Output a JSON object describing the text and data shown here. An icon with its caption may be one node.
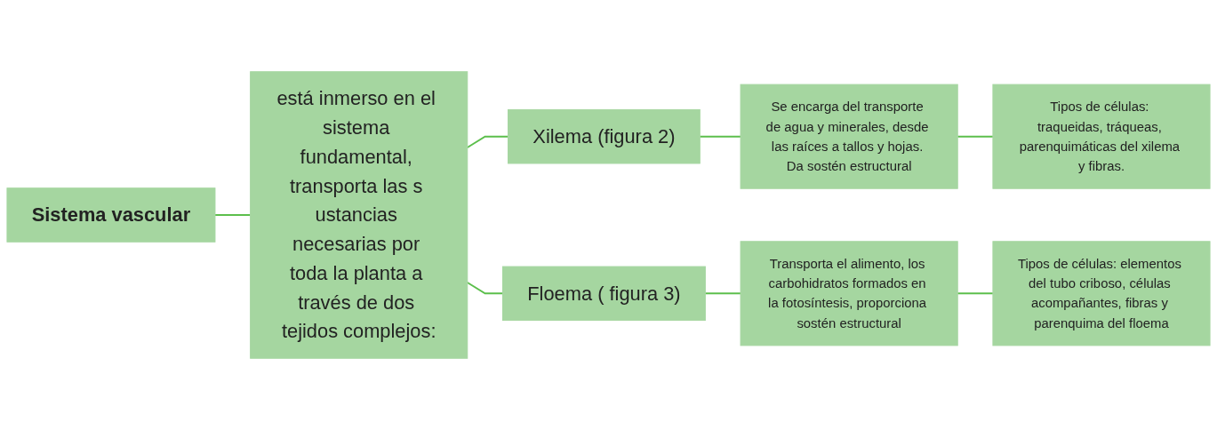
{
  "diagram": {
    "nodes": [
      {
        "text": [
          "Sistema vascular"
        ]
      },
      {
        "text": [
          "está inmerso en el sistema fundamental, transporta las s ustancias necesarias por toda la planta a través de dos tejidos complejos:"
        ]
      },
      {
        "text": [
          "Xilema (figura 2)"
        ]
      },
      {
        "text": [
          "Se encarga del transporte de agua y minerales, desde las raíces a tallos y hojas. Da sostén estructural"
        ]
      },
      {
        "text": [
          "Tipos de células: traqueidas, tráqueas, parenquimáticas del xilema y fibras."
        ]
      },
      {
        "text": [
          "Floema ( figura 3)"
        ]
      },
      {
        "text": [
          "Transporta el alimento, los carbohidratos formados en la fotosíntesis, proporciona sostén estructural"
        ]
      },
      {
        "text": [
          "Tipos de células: elementos del tubo criboso, células acompañantes, fibras y parenquima del floema"
        ]
      }
    ],
    "edges": [
      {
        "from": 0,
        "to": 1,
        "arrow": "none"
      },
      {
        "from": 1,
        "to": 2,
        "arrow": "none"
      },
      {
        "from": 1,
        "to": 5,
        "arrow": "none"
      },
      {
        "from": 2,
        "to": 3,
        "arrow": "none"
      },
      {
        "from": 3,
        "to": 4,
        "arrow": "none"
      },
      {
        "from": 5,
        "to": 6,
        "arrow": "none"
      },
      {
        "from": 6,
        "to": 7,
        "arrow": "none"
      }
    ]
  }
}
